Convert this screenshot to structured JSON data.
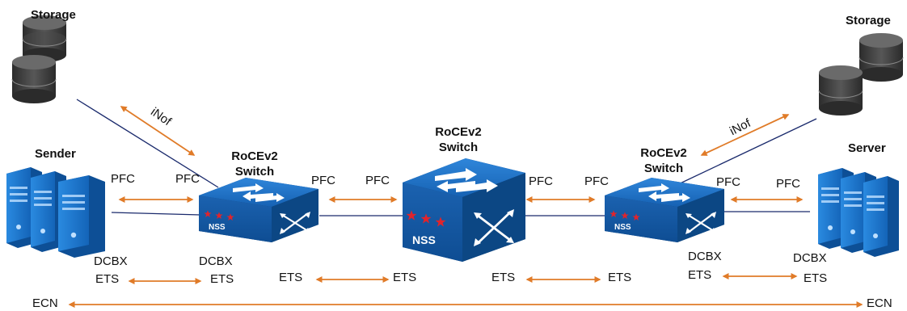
{
  "nodes": {
    "storage_left": "Storage",
    "storage_right": "Storage",
    "sender": "Sender",
    "server": "Server",
    "switch_left_line1": "RoCEv2",
    "switch_left_line2": "Switch",
    "switch_center_line1": "RoCEv2",
    "switch_center_line2": "Switch",
    "switch_right_line1": "RoCEv2",
    "switch_right_line2": "Switch",
    "nss_badge": "NSS"
  },
  "links": {
    "inof_left": "iNof",
    "inof_right": "iNof",
    "pfc": "PFC",
    "dcbx": "DCBX",
    "ets": "ETS",
    "ecn": "ECN"
  },
  "colors": {
    "arrow": "#e07b28",
    "switch_blue": "#1565b8",
    "server_blue": "#1f7fd6",
    "disk_dark": "#3b3b3b",
    "star_red": "#e0242c",
    "link_line": "#1a2a6c"
  }
}
